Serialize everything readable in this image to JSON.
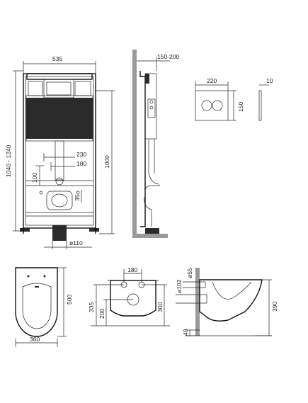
{
  "colors": {
    "line": "#222222",
    "wall": "#9a9a9a",
    "panel": "#2b2b2b",
    "background": "#ffffff"
  },
  "dimensions": {
    "frame_width": "535",
    "frame_height_range": "1040 - 1240",
    "frame_mount_height": "1000",
    "drain_offset_230": "230",
    "drain_offset_180": "180",
    "drain_height_100": "100",
    "pipe_offset_35": "35",
    "drain_diameter": "ø110",
    "wall_depth": "150-200",
    "button_width": "220",
    "button_height": "150",
    "button_depth": "10",
    "bowl_width": "360",
    "bowl_length": "500",
    "bolt_spacing": "180",
    "bowl_total_height": "335",
    "bowl_bolt_height": "200",
    "bowl_center_height": "300",
    "inlet_diameter": "ø55",
    "outlet_diameter": "ø102",
    "bowl_side_height": "390",
    "outlet_floor_offset": "40"
  }
}
